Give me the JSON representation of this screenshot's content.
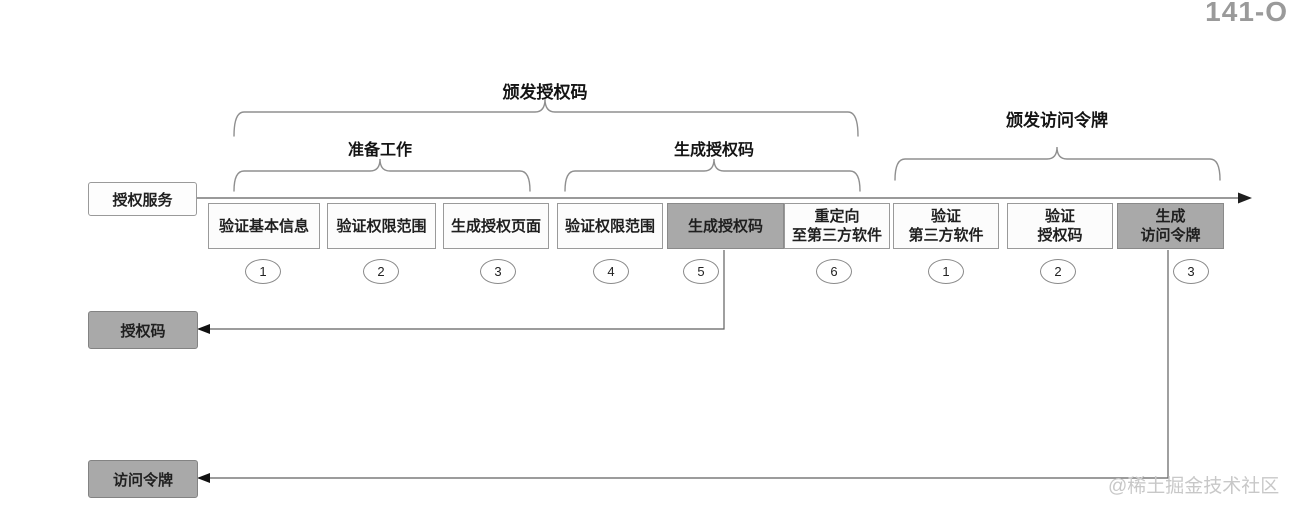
{
  "page": {
    "corner_label": "141-O",
    "watermark": "@稀土掘金技术社区"
  },
  "phases": {
    "issue_auth_code": "颁发授权码",
    "prepare": "准备工作",
    "generate_auth_code": "生成授权码",
    "issue_access_token": "颁发访问令牌"
  },
  "lanes": {
    "auth_service": "授权服务",
    "auth_code": "授权码",
    "access_token": "访问令牌"
  },
  "steps": [
    {
      "num": "1",
      "lines": [
        "验证基本信息"
      ],
      "highlighted": false
    },
    {
      "num": "2",
      "lines": [
        "验证权限范围"
      ],
      "highlighted": false
    },
    {
      "num": "3",
      "lines": [
        "生成授权页面"
      ],
      "highlighted": false
    },
    {
      "num": "4",
      "lines": [
        "验证权限范围"
      ],
      "highlighted": false
    },
    {
      "num": "5",
      "lines": [
        "生成授权码"
      ],
      "highlighted": true
    },
    {
      "num": "6",
      "lines": [
        "重定向",
        "至第三方软件"
      ],
      "highlighted": false
    },
    {
      "num": "1",
      "lines": [
        "验证",
        "第三方软件"
      ],
      "highlighted": false
    },
    {
      "num": "2",
      "lines": [
        "验证",
        "授权码"
      ],
      "highlighted": false
    },
    {
      "num": "3",
      "lines": [
        "生成",
        "访问令牌"
      ],
      "highlighted": true
    }
  ],
  "colors": {
    "highlight_box": "#a9a9a9",
    "box_border": "#9a9a9a",
    "timeline": "#9a9a9a",
    "connector": "#606060",
    "corner_label": "#9a9a9a",
    "watermark": "#c8c8c8"
  }
}
